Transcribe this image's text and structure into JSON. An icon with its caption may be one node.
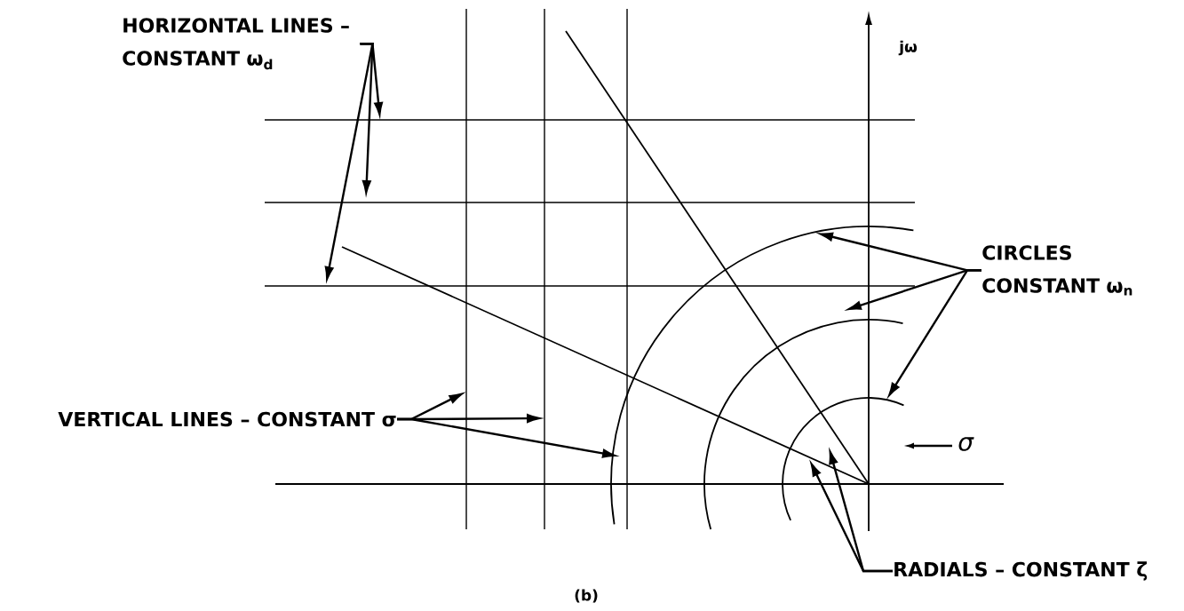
{
  "diagram": {
    "caption": "(b)",
    "nodes": [
      {
        "text": [
          "HORIZONTAL LINES – CONSTANT ω$_{d}$"
        ]
      },
      {
        "text": [
          "VERTICAL LINES – CONSTANT σ"
        ]
      },
      {
        "text": [
          "CIRCLES CONSTANT ω$_{n}$"
        ]
      },
      {
        "text": [
          "RADIALS – CONSTANT ζ"
        ]
      }
    ],
    "edges": [
      {
        "from": 0,
        "to": null,
        "arrow": "to"
      },
      {
        "from": 0,
        "to": null,
        "arrow": "to"
      },
      {
        "from": 0,
        "to": null,
        "arrow": "to"
      },
      {
        "from": 1,
        "to": null,
        "arrow": "to"
      },
      {
        "from": 1,
        "to": null,
        "arrow": "to"
      },
      {
        "from": 1,
        "to": null,
        "arrow": "to"
      },
      {
        "from": 2,
        "to": null,
        "arrow": "to"
      },
      {
        "from": 2,
        "to": null,
        "arrow": "to"
      },
      {
        "from": 2,
        "to": null,
        "arrow": "to"
      },
      {
        "from": 3,
        "to": null,
        "arrow": "to"
      },
      {
        "from": 3,
        "to": null,
        "arrow": "to"
      }
    ],
    "labels": [
      "jω",
      "σ"
    ]
  }
}
